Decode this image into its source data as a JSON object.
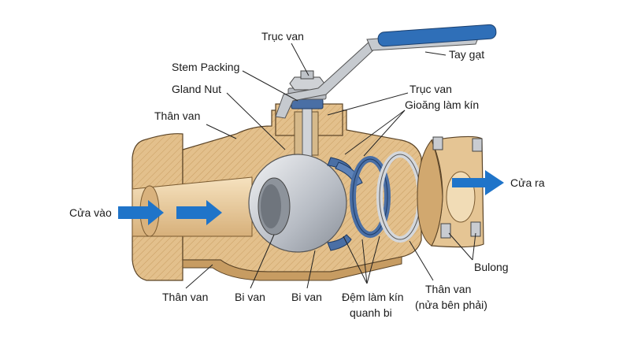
{
  "labels": {
    "truc_van_top": "Trục van",
    "tay_gat": "Tay gạt",
    "stem_packing": "Stem Packing",
    "truc_van_right": "Trục van",
    "gland_nut": "Gland Nut",
    "gioang_lam_kin": "Gioăng làm kín",
    "than_van_left_top": "Thân van",
    "cua_vao": "Cửa vào",
    "cua_ra": "Cửa ra",
    "bulong": "Bulong",
    "than_van_bottom_left": "Thân van",
    "bi_van_1": "Bi van",
    "bi_van_2": "Bi van",
    "dem_lam_kin_line1": "Đệm làm kín",
    "dem_lam_kin_line2": "quanh bi",
    "than_van_right_line1": "Thân van",
    "than_van_right_line2": "(nửa bên phải)"
  },
  "colors": {
    "body_fill": "#e8c99a",
    "body_shade": "#c9a06a",
    "flow_arrow": "#1f74c9",
    "handle_grip": "#2f6fb8",
    "steel": "#c9ccd1",
    "seal_blue": "#4a6fa5"
  }
}
